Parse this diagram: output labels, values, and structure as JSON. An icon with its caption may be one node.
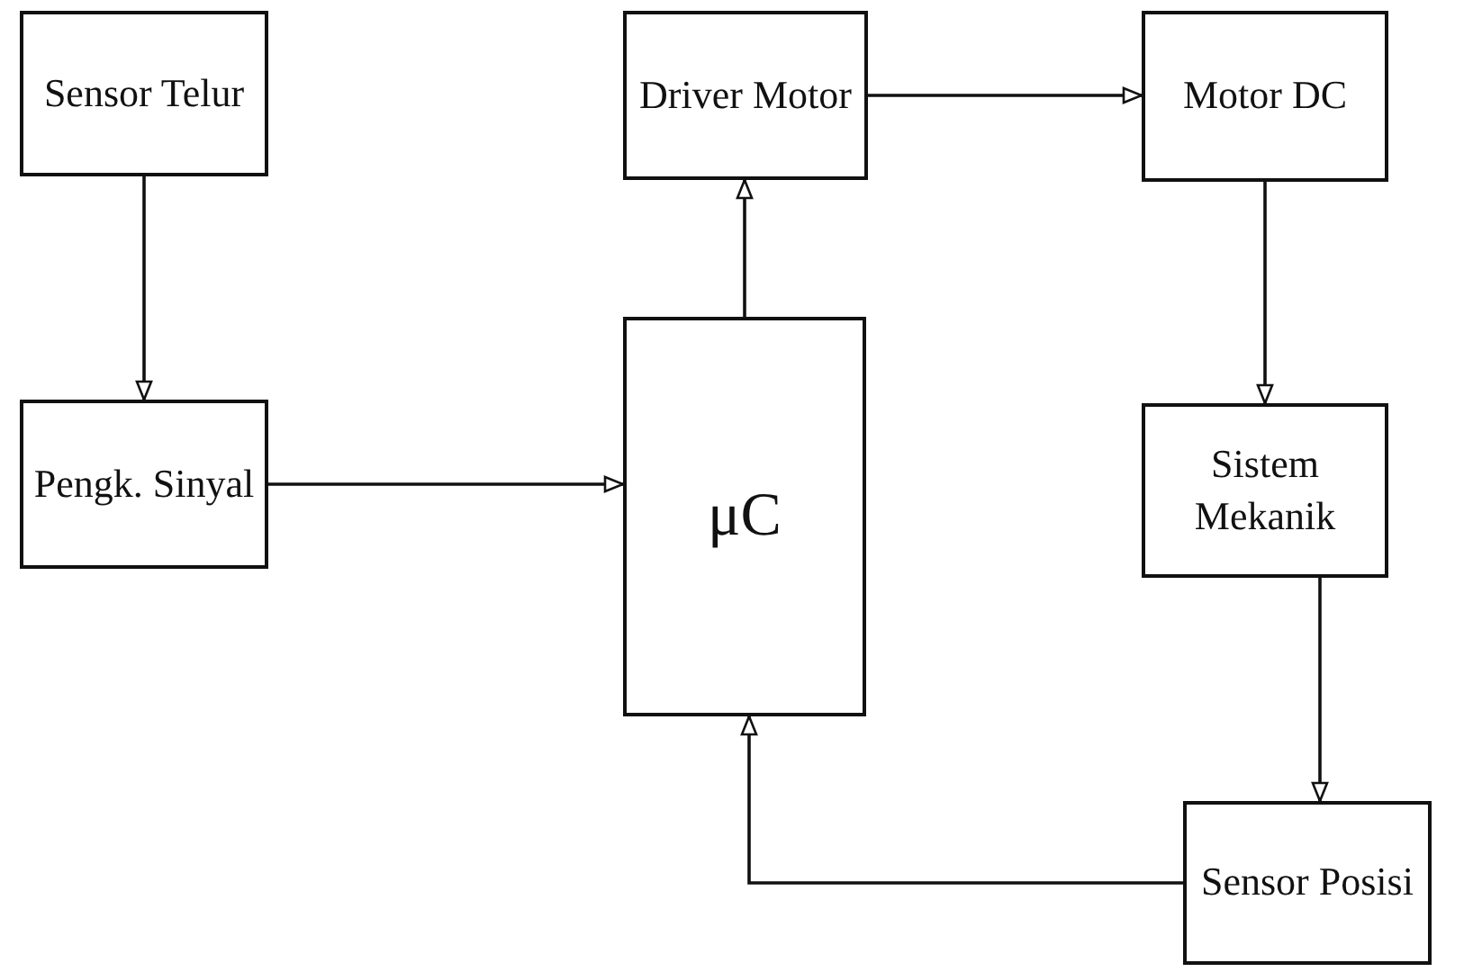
{
  "diagram": {
    "nodes": [
      {
        "text": [
          "Sensor Telur"
        ]
      },
      {
        "text": [
          "Pengk. Sinyal"
        ]
      },
      {
        "text": [
          "μC"
        ]
      },
      {
        "text": [
          "Driver Motor"
        ]
      },
      {
        "text": [
          "Motor DC"
        ]
      },
      {
        "text": [
          "Sistem Mekanik"
        ]
      },
      {
        "text": [
          "Sensor Posisi"
        ]
      }
    ],
    "edges": [
      {
        "from": 0,
        "to": 1,
        "arrow": "to"
      },
      {
        "from": 1,
        "to": 2,
        "arrow": "to"
      },
      {
        "from": 2,
        "to": 3,
        "arrow": "to"
      },
      {
        "from": 3,
        "to": 4,
        "arrow": "to"
      },
      {
        "from": 4,
        "to": 5,
        "arrow": "to"
      },
      {
        "from": 5,
        "to": 6,
        "arrow": "to"
      },
      {
        "from": 6,
        "to": 2,
        "arrow": "to"
      }
    ]
  }
}
